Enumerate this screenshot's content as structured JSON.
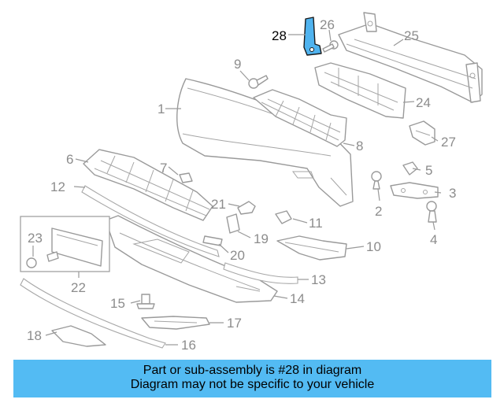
{
  "highlight": {
    "part_number": "28",
    "color": "#4fb3ef"
  },
  "callouts": {
    "c1": "1",
    "c2": "2",
    "c3": "3",
    "c4": "4",
    "c5": "5",
    "c6": "6",
    "c7": "7",
    "c8": "8",
    "c9": "9",
    "c10": "10",
    "c11": "11",
    "c12": "12",
    "c13": "13",
    "c14": "14",
    "c15": "15",
    "c16": "16",
    "c17": "17",
    "c18": "18",
    "c19": "19",
    "c20": "20",
    "c21": "21",
    "c22": "22",
    "c23": "23",
    "c24": "24",
    "c25": "25",
    "c26": "26",
    "c27": "27",
    "c28": "28"
  },
  "banner": {
    "line1": "Part or sub-assembly is #28 in diagram",
    "line2": "Diagram may not be specific to your vehicle",
    "color": "#53bbf3"
  }
}
